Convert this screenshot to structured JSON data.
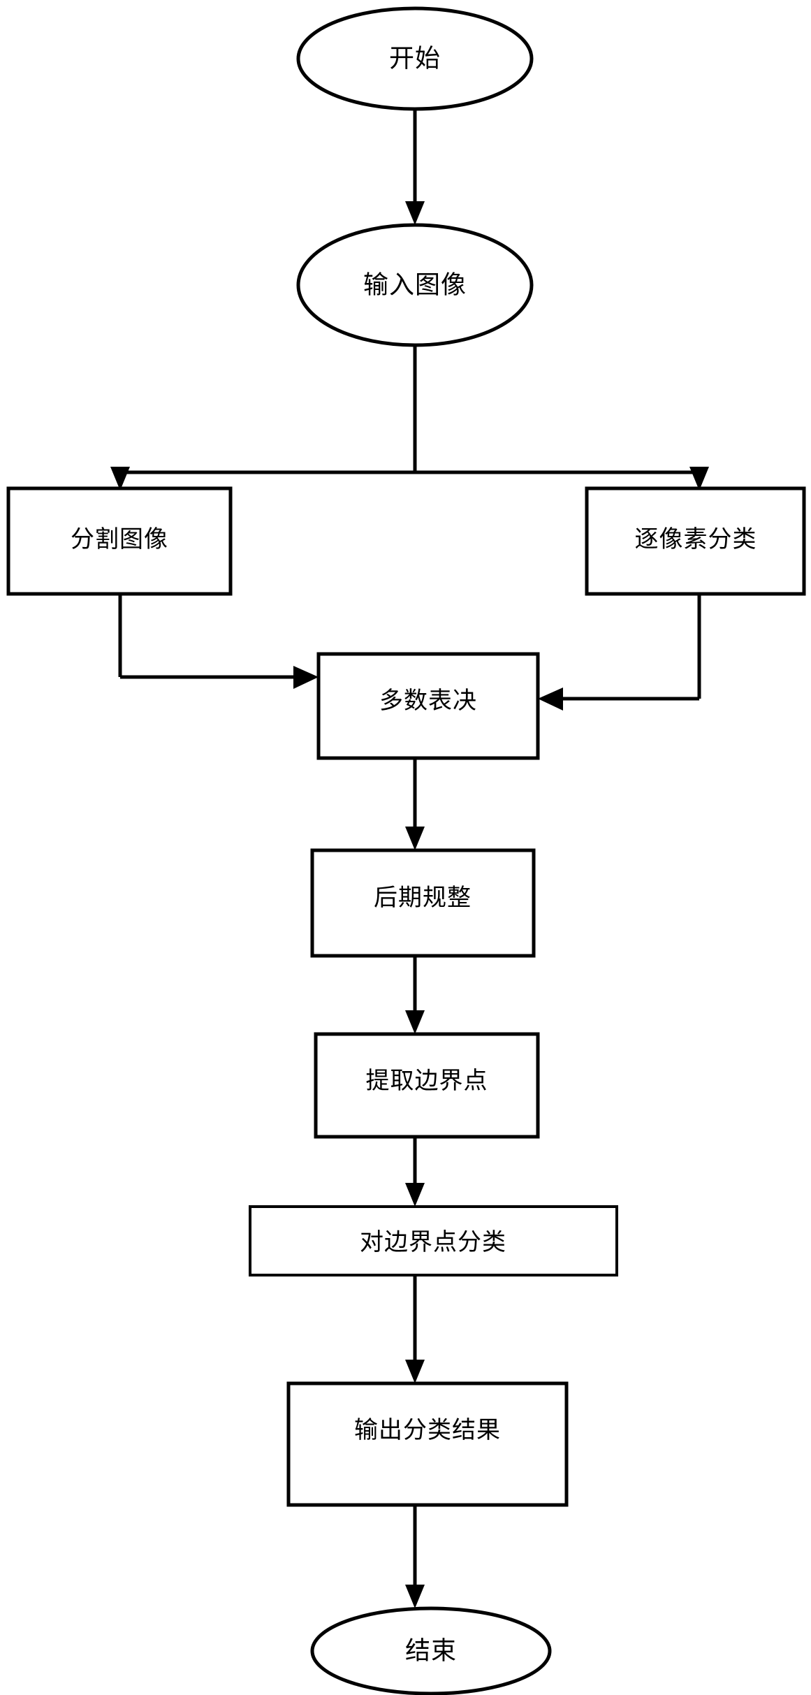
{
  "diagram": {
    "type": "flowchart",
    "orientation": "top-to-bottom",
    "language": "zh-CN",
    "background_color": "#ffffff",
    "line_color": "#000000",
    "shape_fill": "#ffffff",
    "nodes": [
      {
        "id": "start",
        "label": "开始",
        "shape": "ellipse",
        "order": 1
      },
      {
        "id": "input_image",
        "label": "输入图像",
        "shape": "ellipse",
        "order": 2
      },
      {
        "id": "segment",
        "label": "分割图像",
        "shape": "rectangle",
        "order": 3
      },
      {
        "id": "pixelwise",
        "label": "逐像素分类",
        "shape": "rectangle",
        "order": 4
      },
      {
        "id": "majority",
        "label": "多数表决",
        "shape": "rectangle",
        "order": 5
      },
      {
        "id": "postprocess",
        "label": "后期规整",
        "shape": "rectangle",
        "order": 6
      },
      {
        "id": "extract",
        "label": "提取边界点",
        "shape": "rectangle",
        "order": 7
      },
      {
        "id": "classify",
        "label": "对边界点分类",
        "shape": "rectangle",
        "order": 8
      },
      {
        "id": "output",
        "label": "输出分类结果",
        "shape": "rectangle",
        "order": 9
      },
      {
        "id": "end",
        "label": "结束",
        "shape": "ellipse",
        "order": 10
      }
    ],
    "edges": [
      {
        "from": "start",
        "to": "input_image",
        "style": "straight-down",
        "arrow": true
      },
      {
        "from": "input_image",
        "to": "segment",
        "style": "fork-left",
        "arrow": true
      },
      {
        "from": "input_image",
        "to": "pixelwise",
        "style": "fork-right",
        "arrow": true
      },
      {
        "from": "segment",
        "to": "majority",
        "style": "elbow-right",
        "arrow": true
      },
      {
        "from": "pixelwise",
        "to": "majority",
        "style": "elbow-left",
        "arrow": true
      },
      {
        "from": "majority",
        "to": "postprocess",
        "style": "straight-down",
        "arrow": true
      },
      {
        "from": "postprocess",
        "to": "extract",
        "style": "straight-down",
        "arrow": true
      },
      {
        "from": "extract",
        "to": "classify",
        "style": "straight-down",
        "arrow": true
      },
      {
        "from": "classify",
        "to": "output",
        "style": "straight-down",
        "arrow": true
      },
      {
        "from": "output",
        "to": "end",
        "style": "straight-down",
        "arrow": true
      }
    ]
  }
}
